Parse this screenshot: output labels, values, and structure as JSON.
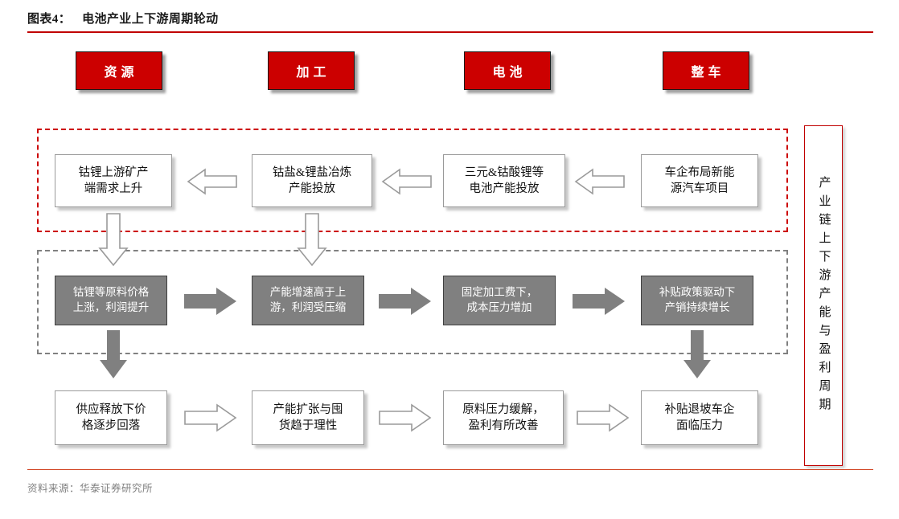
{
  "figure": {
    "label": "图表4：",
    "title": "电池产业上下游周期轮动",
    "source": "资料来源：华泰证券研究所",
    "accent_color": "#c00000",
    "rule_color": "#d24726"
  },
  "stages": [
    {
      "id": "resource",
      "label": "资源"
    },
    {
      "id": "processing",
      "label": "加工"
    },
    {
      "id": "battery",
      "label": "电池"
    },
    {
      "id": "vehicle",
      "label": "整车"
    }
  ],
  "regions": [
    {
      "id": "upstream-capacity",
      "style": "red-dashed",
      "color": "#cc0000"
    },
    {
      "id": "profit-cycle",
      "style": "gray-dashed",
      "color": "#808080"
    }
  ],
  "rows": {
    "capacity_row": {
      "flow_direction": "right-to-left",
      "nodes": [
        {
          "id": "r1c1",
          "text": "钴锂上游矿产\n端需求上升"
        },
        {
          "id": "r1c2",
          "text": "钴盐&锂盐冶炼\n产能投放"
        },
        {
          "id": "r1c3",
          "text": "三元&钴酸锂等\n电池产能投放"
        },
        {
          "id": "r1c4",
          "text": "车企布局新能\n源汽车项目"
        }
      ]
    },
    "profit_row": {
      "flow_direction": "left-to-right",
      "nodes": [
        {
          "id": "r2c1",
          "text": "钴锂等原料价格\n上涨，利润提升"
        },
        {
          "id": "r2c2",
          "text": "产能增速高于上\n游，利润受压缩"
        },
        {
          "id": "r2c3",
          "text": "固定加工费下，\n成本压力增加"
        },
        {
          "id": "r2c4",
          "text": "补贴政策驱动下\n产销持续增长"
        }
      ]
    },
    "rebalance_row": {
      "flow_direction": "left-to-right",
      "nodes": [
        {
          "id": "r3c1",
          "text": "供应释放下价\n格逐步回落"
        },
        {
          "id": "r3c2",
          "text": "产能扩张与囤\n货趋于理性"
        },
        {
          "id": "r3c3",
          "text": "原料压力缓解，\n盈利有所改善"
        },
        {
          "id": "r3c4",
          "text": "补贴退坡车企\n面临压力"
        }
      ]
    }
  },
  "connectors": {
    "row1_arrows": {
      "count": 3,
      "direction": "left",
      "style": "hollow"
    },
    "row2_arrows": {
      "count": 3,
      "direction": "right",
      "style": "solid-gray"
    },
    "row3_arrows": {
      "count": 3,
      "direction": "right",
      "style": "hollow"
    },
    "row1_to_row2": {
      "count": 2,
      "direction": "down",
      "style": "hollow",
      "columns": [
        1,
        2
      ]
    },
    "row2_to_row3": {
      "count": 2,
      "direction": "down",
      "style": "solid-gray",
      "columns": [
        1,
        4
      ]
    }
  },
  "banner": {
    "text": "产业链上下游产能与盈利周期"
  }
}
